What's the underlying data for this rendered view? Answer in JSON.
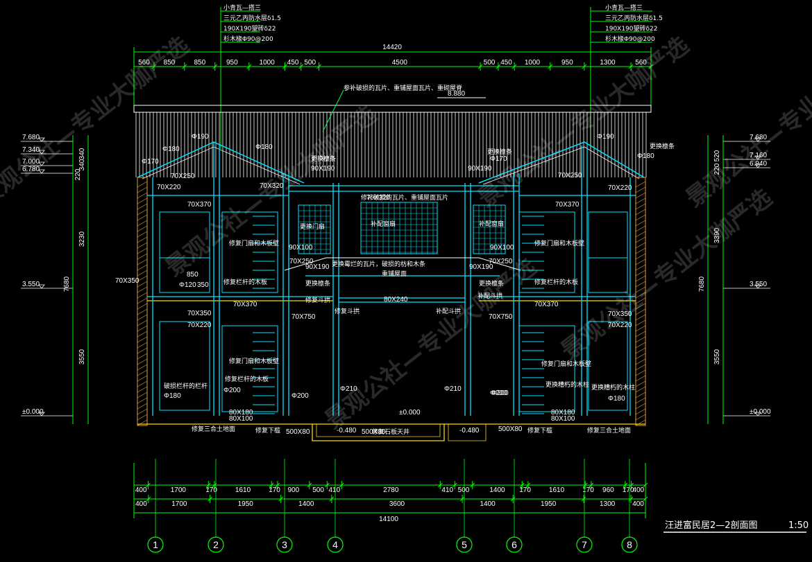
{
  "colors": {
    "background": "#000000",
    "dimension": "#00ff00",
    "structure": "#00e5ff",
    "roof": "#ffffff",
    "ground": "#ffd700",
    "wall": "#e0a030",
    "text": "#ffffff",
    "leader": "#00ff66"
  },
  "drawing": {
    "title": "汪进富民居2—2剖面图",
    "scale": "1:50"
  },
  "watermarks": [
    "景观公社—专业大咖严选",
    "景观公社—专业大咖严选",
    "景观公社—专业大咖严选",
    "景观公社—专业大咖严选",
    "景观公社—专业大咖严选",
    "景观公社—专业大咖严选"
  ],
  "top_dimensions": {
    "overall": "14420",
    "segments": [
      "560",
      "850",
      "850",
      "950",
      "1000",
      "450",
      "500",
      "4500",
      "500",
      "450",
      "1000",
      "950",
      "1300",
      "560"
    ]
  },
  "bottom_dimensions": {
    "row1": [
      "400",
      "1700",
      "170",
      "1610",
      "170",
      "900",
      "500",
      "410",
      "2780",
      "410",
      "500",
      "1400",
      "170",
      "1610",
      "170",
      "960",
      "170",
      "400"
    ],
    "row2": [
      "400",
      "1700",
      "1950",
      "1400",
      "3600",
      "1400",
      "1950",
      "1300",
      "400"
    ],
    "overall": "14100"
  },
  "axes": [
    "1",
    "2",
    "3",
    "4",
    "5",
    "6",
    "7",
    "8"
  ],
  "levels_left": [
    "7.680",
    "7.340",
    "7.000",
    "6.780",
    "3.550",
    "±0.000"
  ],
  "levels_right": [
    "7.680",
    "7.160",
    "6.940",
    "3.550",
    "±0.000"
  ],
  "levels_center": [
    "8.880",
    "±0.000",
    "-0.480",
    "-0.480"
  ],
  "vertical_dims_left": [
    "340",
    "340",
    "220",
    "3230",
    "7680",
    "3550"
  ],
  "vertical_dims_right": [
    "520",
    "220",
    "3390",
    "7680",
    "3550"
  ],
  "roof_specs_left": [
    "小青瓦—搭三",
    "三元乙丙防水层δ1.5",
    "190X190望砖δ22",
    "杉木椽Φ90@200"
  ],
  "roof_specs_right": [
    "小青瓦—搭三",
    "三元乙丙防水层δ1.5",
    "190X190望砖δ22",
    "杉木椽Φ90@200"
  ],
  "annotations": {
    "roof_repair": "参补破损的瓦片、重铺屋面瓦片、重砌屋脊",
    "sizes": [
      "Φ190",
      "Φ180",
      "Φ170",
      "Φ180",
      "70X250",
      "70X220",
      "70X370",
      "70X320",
      "90X190",
      "70X320",
      "90X190",
      "Φ170",
      "Φ180",
      "Φ190",
      "70X250",
      "70X370",
      "70X220",
      "90X100",
      "90X100",
      "70X250",
      "70X250",
      "90X190",
      "90X190",
      "70X350",
      "Φ120",
      "350",
      "850",
      "80X240",
      "70X370",
      "70X370",
      "70X350",
      "70X350",
      "70X220",
      "70X220",
      "70X750",
      "70X750",
      "Φ180",
      "Φ180",
      "Φ200",
      "Φ200",
      "Φ210",
      "Φ210",
      "Φ200",
      "Φ200",
      "80X180",
      "80X100",
      "80X180",
      "80X100",
      "500X80",
      "500X80",
      "500X80"
    ],
    "notes_left": [
      "更换檩条",
      "修复门扇和木板壁",
      "修复栏杆的木板",
      "修复门扇和木板壁",
      "修复栏杆的木板",
      "破损栏杆的栏杆",
      "修复下槛",
      "修复三合土地面"
    ],
    "notes_center": [
      "更换檩条",
      "修补破损的瓦片、重铺屋面瓦片",
      "更换门扇",
      "补配窗扇",
      "补配窗扇",
      "更换霉烂的瓦片，破损的枋和木条",
      "重铺屋面",
      "更换檩条",
      "更换檩条",
      "修复斗拱",
      "补配斗拱",
      "修复斗拱",
      "修复石板天井",
      "补配斗拱"
    ],
    "notes_right": [
      "更换檩条",
      "更换檩条",
      "修复门扇和木板壁",
      "修复栏杆的木板",
      "修复门扇和木板壁",
      "更换糟朽的木柱",
      "更换糟朽的木柱",
      "修复下槛",
      "修复三合土地面"
    ]
  }
}
